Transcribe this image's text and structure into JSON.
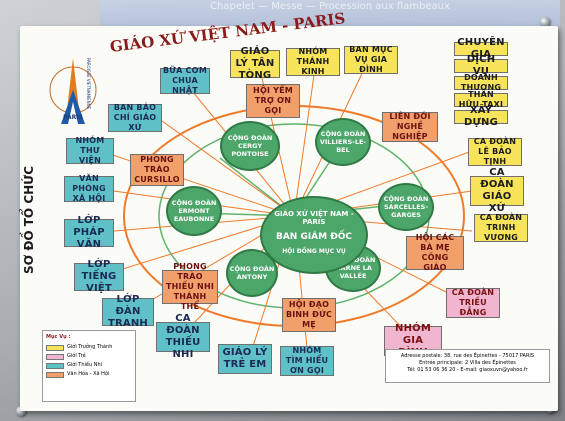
{
  "wall": {
    "banner_text": "Chapelet — Messe — Procession aux flambeaux"
  },
  "poster": {
    "title": "GIÁO XỨ VIỆT NAM - PARIS",
    "side_title": "SƠ ĐỒ TỔ CHỨC",
    "logo_ring_text": "PAROISSE VIETNAMIENNE",
    "logo_city": "PARIS",
    "center": {
      "line1": "GIÁO XỨ VIỆT NAM - PARIS",
      "line2": "BAN GIÁM ĐỐC",
      "line3": "HỘI ĐỒNG MỤC VỤ"
    },
    "circles": [
      {
        "text": "CỘNG ĐOÀN CERGY PONTOISE"
      },
      {
        "text": "CỘNG ĐOÀN VILLIERS-LE-BEL"
      },
      {
        "text": "CỘNG ĐOÀN SARCELLES-GARGES"
      },
      {
        "text": "CỘNG ĐOÀN MARNE LA VALLÉE"
      },
      {
        "text": "CỘNG ĐOÀN ANTONY"
      },
      {
        "text": "CỘNG ĐOÀN ERMONT EAUBONNE"
      }
    ],
    "boxes": [
      {
        "text": "BỮA CƠM CHUA NHẬT",
        "color": "teal"
      },
      {
        "text": "BAN BÁO CHÍ GIÁO XỨ",
        "color": "teal"
      },
      {
        "text": "NHÓM THƯ VIỆN",
        "color": "teal"
      },
      {
        "text": "VĂN PHÒNG XÃ HỘI",
        "color": "teal"
      },
      {
        "text": "LỚP PHÁP VĂN",
        "color": "teal"
      },
      {
        "text": "LỚP TIẾNG VIỆT",
        "color": "teal"
      },
      {
        "text": "LỚP ĐÀN TRANH",
        "color": "teal"
      },
      {
        "text": "CA ĐOÀN THIẾU NHI",
        "color": "teal"
      },
      {
        "text": "GIÁO LÝ TRẺ EM",
        "color": "teal"
      },
      {
        "text": "NHÓM TÌM HIỂU ƠN GỌI",
        "color": "teal"
      },
      {
        "text": "GIÁO LÝ TÂN TÒNG",
        "color": "yellow"
      },
      {
        "text": "NHÓM THÁNH KINH",
        "color": "yellow"
      },
      {
        "text": "BAN MỤC VỤ GIA ĐÌNH",
        "color": "yellow"
      },
      {
        "text": "CHUYÊN GIA",
        "color": "yellow"
      },
      {
        "text": "DỊCH VỤ",
        "color": "yellow"
      },
      {
        "text": "DOANH THƯƠNG",
        "color": "yellow"
      },
      {
        "text": "THÂN HỮU TAXI",
        "color": "yellow"
      },
      {
        "text": "XÂY DỰNG",
        "color": "yellow"
      },
      {
        "text": "CA ĐOÀN LÊ BẢO TỊNH",
        "color": "yellow"
      },
      {
        "text": "CA ĐOÀN GIÁO XỨ",
        "color": "yellow"
      },
      {
        "text": "CA ĐOÀN TRINH VƯƠNG",
        "color": "yellow"
      },
      {
        "text": "HỘI YẾM TRỢ ƠN GỌI",
        "color": "orange"
      },
      {
        "text": "LIÊN ĐỚI NGHỀ NGHIỆP",
        "color": "orange"
      },
      {
        "text": "PHONG TRÀO CURSILLO",
        "color": "orange"
      },
      {
        "text": "HỘI CÁC BÀ MẸ CÔNG GIÁO",
        "color": "orange"
      },
      {
        "text": "PHONG TRÀO THIẾU NHI THÁNH THỂ",
        "color": "orange"
      },
      {
        "text": "HỘI ĐẠO BINH ĐỨC MẸ",
        "color": "orange"
      },
      {
        "text": "CA ĐOÀN TRIỀU ĐẲNG",
        "color": "pink"
      },
      {
        "text": "NHÓM GIA ĐÌNH",
        "color": "pink"
      }
    ],
    "legend": {
      "title": "Mục Vụ :",
      "items": [
        {
          "label": "Giới Trưởng Thành",
          "color": "#f7e45a"
        },
        {
          "label": "Giới Trẻ",
          "color": "#f0b5cf"
        },
        {
          "label": "Giới Thiếu Nhi",
          "color": "#5fc1c7"
        },
        {
          "label": "Văn Hóa - Xã Hội",
          "color": "#f1a06b"
        }
      ]
    },
    "address": {
      "line1": "Adresse postale: 38, rue des Épinettes - 75017 PARIS",
      "line2": "Entrée principale: 2 Villa des Épinettes",
      "line3": "Tél: 01 53 06 36 20 - E-mail: giaoxuvn@yahoo.fr"
    }
  },
  "colors": {
    "teal": "#5fc1c7",
    "orange": "#f1a06b",
    "yellow": "#f7e45a",
    "pink": "#f0b5cf",
    "green": "#4ca66a",
    "line": "#f07a2a"
  }
}
